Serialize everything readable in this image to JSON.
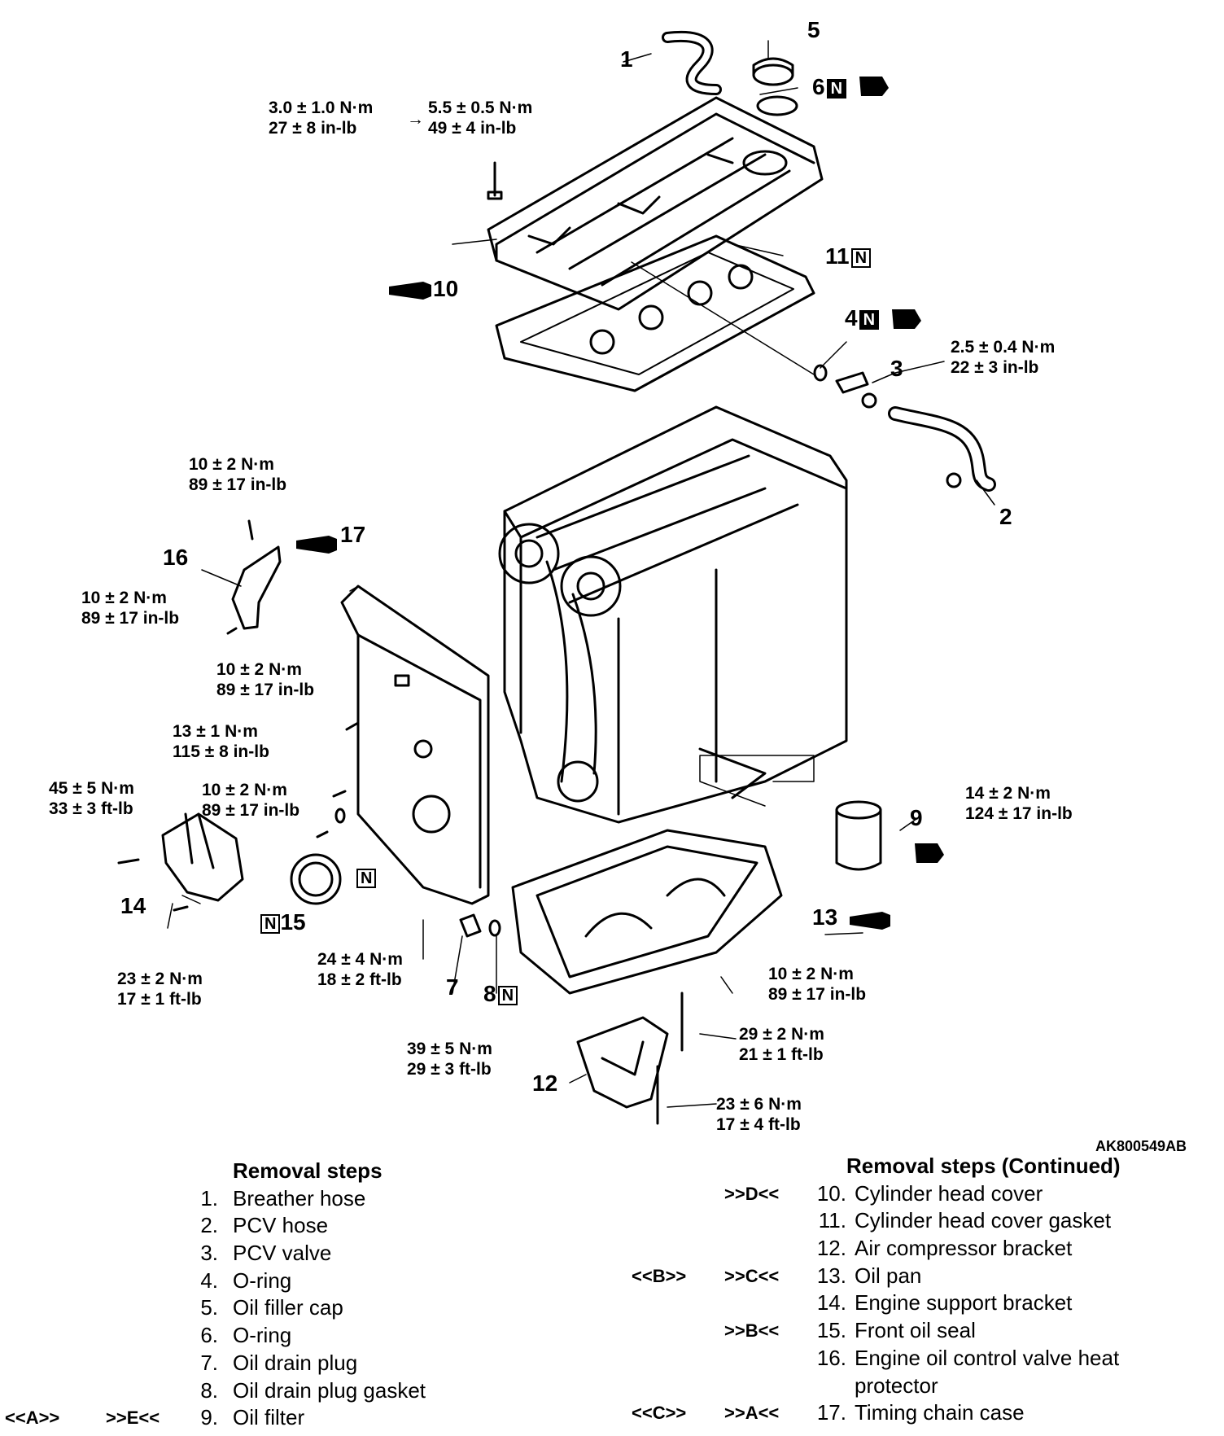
{
  "parts": {
    "1": "1",
    "2": "2",
    "3": "3",
    "4": "4",
    "5": "5",
    "6": "6",
    "7": "7",
    "8": "8",
    "9": "9",
    "10": "10",
    "11": "11",
    "12": "12",
    "13": "13",
    "14": "14",
    "15": "15",
    "16": "16",
    "17": "17",
    "n_mark": "N"
  },
  "torques": {
    "bolt_cover_a": [
      "3.0 ± 1.0 N·m",
      "27 ± 8 in-lb"
    ],
    "arrow": "→",
    "bolt_cover_b": [
      "5.5 ± 0.5 N·m",
      "49 ± 4 in-lb"
    ],
    "pcv_valve": [
      "2.5 ± 0.4 N·m",
      "22 ± 3 in-lb"
    ],
    "protector_top": [
      "10 ± 2 N·m",
      "89 ± 17 in-lb"
    ],
    "protector_left": [
      "10 ± 2 N·m",
      "89 ± 17 in-lb"
    ],
    "case_a": [
      "10 ± 2 N·m",
      "89 ± 17 in-lb"
    ],
    "case_b": [
      "13 ± 1 N·m",
      "115 ± 8 in-lb"
    ],
    "case_c": [
      "10 ± 2 N·m",
      "89 ± 17 in-lb"
    ],
    "support_top": [
      "45 ± 5 N·m",
      "33 ± 3 ft-lb"
    ],
    "support_bottom": [
      "23 ± 2 N·m",
      "17 ± 1 ft-lb"
    ],
    "case_bottom": [
      "24 ± 4 N·m",
      "18 ± 2 ft-lb"
    ],
    "drain_plug": [
      "39 ± 5 N·m",
      "29 ± 3 ft-lb"
    ],
    "oil_filter": [
      "14 ± 2 N·m",
      "124 ± 17 in-lb"
    ],
    "oil_pan": [
      "10 ± 2 N·m",
      "89 ± 17 in-lb"
    ],
    "bracket_a": [
      "29 ± 2 N·m",
      "21 ± 1 ft-lb"
    ],
    "bracket_b": [
      "23 ± 6 N·m",
      "17 ± 4 ft-lb"
    ]
  },
  "reference_code": "AK800549AB",
  "steps_left": {
    "title": "Removal steps",
    "items": [
      {
        "a": "",
        "b": "",
        "n": "1.",
        "t": "Breather hose"
      },
      {
        "a": "",
        "b": "",
        "n": "2.",
        "t": "PCV hose"
      },
      {
        "a": "",
        "b": "",
        "n": "3.",
        "t": "PCV valve"
      },
      {
        "a": "",
        "b": "",
        "n": "4.",
        "t": "O-ring"
      },
      {
        "a": "",
        "b": "",
        "n": "5.",
        "t": "Oil filler cap"
      },
      {
        "a": "",
        "b": "",
        "n": "6.",
        "t": "O-ring"
      },
      {
        "a": "",
        "b": "",
        "n": "7.",
        "t": "Oil drain plug"
      },
      {
        "a": "",
        "b": "",
        "n": "8.",
        "t": "Oil drain plug gasket"
      },
      {
        "a": "<<A>>",
        "b": ">>E<<",
        "n": "9.",
        "t": "Oil filter"
      }
    ]
  },
  "steps_right": {
    "title": "Removal steps (Continued)",
    "items": [
      {
        "a": "",
        "b": ">>D<<",
        "n": "10.",
        "t": "Cylinder head cover"
      },
      {
        "a": "",
        "b": "",
        "n": "11.",
        "t": "Cylinder head cover gasket"
      },
      {
        "a": "",
        "b": "",
        "n": "12.",
        "t": "Air compressor bracket"
      },
      {
        "a": "<<B>>",
        "b": ">>C<<",
        "n": "13.",
        "t": "Oil pan"
      },
      {
        "a": "",
        "b": "",
        "n": "14.",
        "t": "Engine support bracket"
      },
      {
        "a": "",
        "b": ">>B<<",
        "n": "15.",
        "t": "Front oil seal"
      },
      {
        "a": "",
        "b": "",
        "n": "16.",
        "t": "Engine oil control valve heat"
      },
      {
        "a": "",
        "b": "",
        "n": "",
        "t": "protector"
      },
      {
        "a": "<<C>>",
        "b": ">>A<<",
        "n": "17.",
        "t": "Timing chain case"
      }
    ]
  }
}
